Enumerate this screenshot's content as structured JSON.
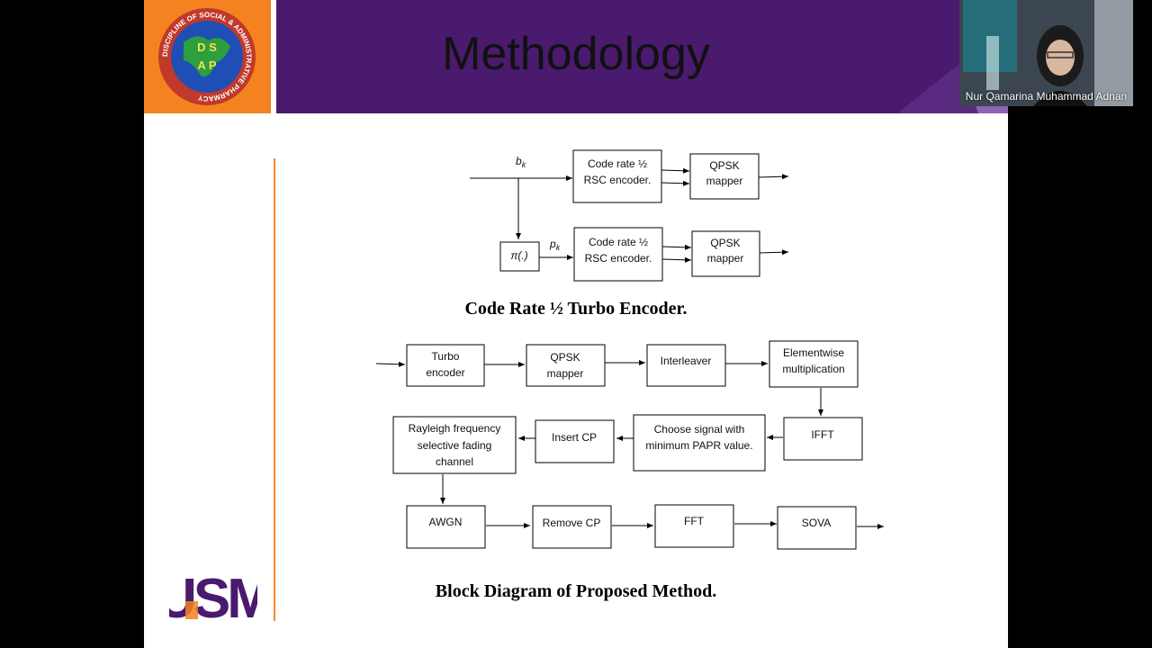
{
  "slide": {
    "title": "Methodology",
    "logo_text": "DISCIPLINE OF SOCIAL & ADMINISTRATIVE PHARMACY",
    "logo_initials": "DSAP",
    "usm_logo_text": "USM"
  },
  "encoder": {
    "input_label": "b",
    "input_sub": "k",
    "parity_label": "p",
    "parity_sub": "k",
    "interleaver": "π(.)",
    "rsc1": [
      "Code rate ½",
      "RSC encoder."
    ],
    "rsc2": [
      "Code rate ½",
      "RSC encoder."
    ],
    "qpsk1": [
      "QPSK",
      "mapper"
    ],
    "qpsk2": [
      "QPSK",
      "mapper"
    ],
    "caption": "Code Rate ½ Turbo Encoder."
  },
  "block": {
    "turbo": [
      "Turbo",
      "encoder"
    ],
    "qpsk": [
      "QPSK",
      "mapper"
    ],
    "interleaver": [
      "Interleaver"
    ],
    "elementwise": [
      "Elementwise",
      "multiplication"
    ],
    "ifft": [
      "IFFT"
    ],
    "choose": [
      "Choose signal with",
      "minimum PAPR value."
    ],
    "insert_cp": [
      "Insert CP"
    ],
    "rayleigh": [
      "Rayleigh frequency",
      "selective fading",
      "channel"
    ],
    "awgn": [
      "AWGN"
    ],
    "remove_cp": [
      "Remove CP"
    ],
    "fft": [
      "FFT"
    ],
    "sova": [
      "SOVA"
    ],
    "caption": "Block Diagram of Proposed Method."
  },
  "video": {
    "participant_name": "Nur Qamarina Muhammad Adnan"
  },
  "colors": {
    "header_purple": "#4a1a6e",
    "logo_orange": "#f58220",
    "accent_line": "#f08a2c"
  }
}
